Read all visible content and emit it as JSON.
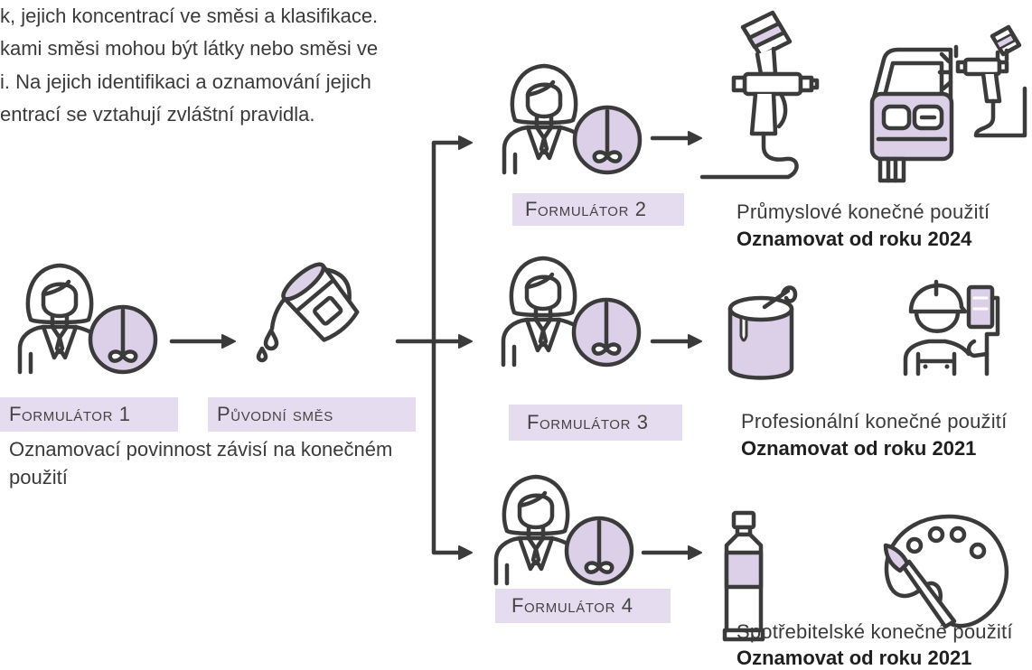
{
  "intro_text": [
    "k, jejich koncentrací ve směsi a klasifikace.",
    "kami směsi mohou být látky nebo směsi ve",
    "i. Na jejich identifikaci a oznamování jejich",
    "entrací se vztahují zvláštní pravidla."
  ],
  "source": {
    "formulator_label": "Formulátor 1",
    "mixture_label": "Původní směs",
    "note_lines": [
      "Oznamovací povinnost závisí na konečném",
      "použití"
    ],
    "icons": [
      "formulator-icon",
      "paint-bucket-icon"
    ]
  },
  "branches": [
    {
      "formulator_label": "Formulátor 2",
      "use_label": "Průmyslové konečné použití",
      "deadline": "Oznamovat od roku 2024",
      "icons": [
        "spray-gun-icon",
        "car-spraying-icon"
      ]
    },
    {
      "formulator_label": "Formulátor 3",
      "use_label": "Profesionální konečné použití",
      "deadline": "Oznamovat od roku 2021",
      "icons": [
        "paint-can-icon",
        "painter-icon"
      ]
    },
    {
      "formulator_label": "Formulátor 4",
      "use_label": "Spotřebitelské konečné použití",
      "deadline": "Oznamovat od roku 2021",
      "icons": [
        "paint-tube-icon",
        "palette-icon"
      ]
    }
  ],
  "colors": {
    "line": "#3b3b3b",
    "accent_fill": "#dccfe8",
    "label_background": "#e6dcef"
  }
}
